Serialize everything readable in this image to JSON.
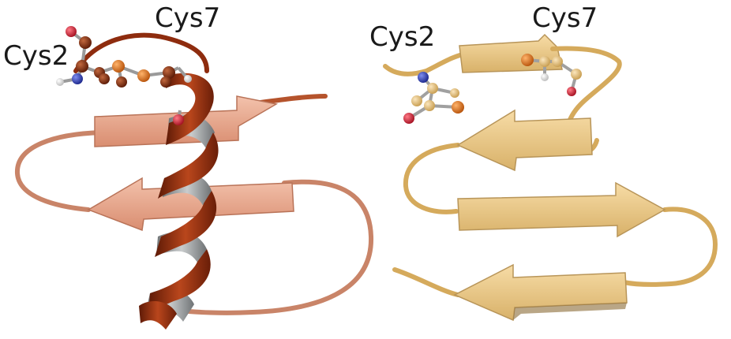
{
  "panels": [
    {
      "id": "helix-hairpin",
      "labels": {
        "cys_a": "Cys7",
        "cys_b": "Cys2"
      },
      "colors": {
        "helix_front": "#8e2c0e",
        "helix_back": "#8f9496",
        "sheet": "#e7a58a",
        "coil": "#c98468",
        "atom_carbon": "#7a2a12",
        "atom_sulfur": "#d9731a",
        "atom_oxygen": "#d8283c",
        "atom_nitrogen": "#2b3fb8",
        "atom_hydrogen": "#f4f4f4"
      }
    },
    {
      "id": "beta-sheet",
      "labels": {
        "cys_a": "Cys2",
        "cys_b": "Cys7"
      },
      "colors": {
        "sheet": "#ecc885",
        "sheet_shadow": "#b89559",
        "coil": "#d5aa5c",
        "atom_carbon": "#ecc885",
        "atom_sulfur": "#d9731a",
        "atom_oxygen": "#d8283c",
        "atom_nitrogen": "#2b3fb8",
        "atom_hydrogen": "#f4f4f4"
      }
    }
  ]
}
